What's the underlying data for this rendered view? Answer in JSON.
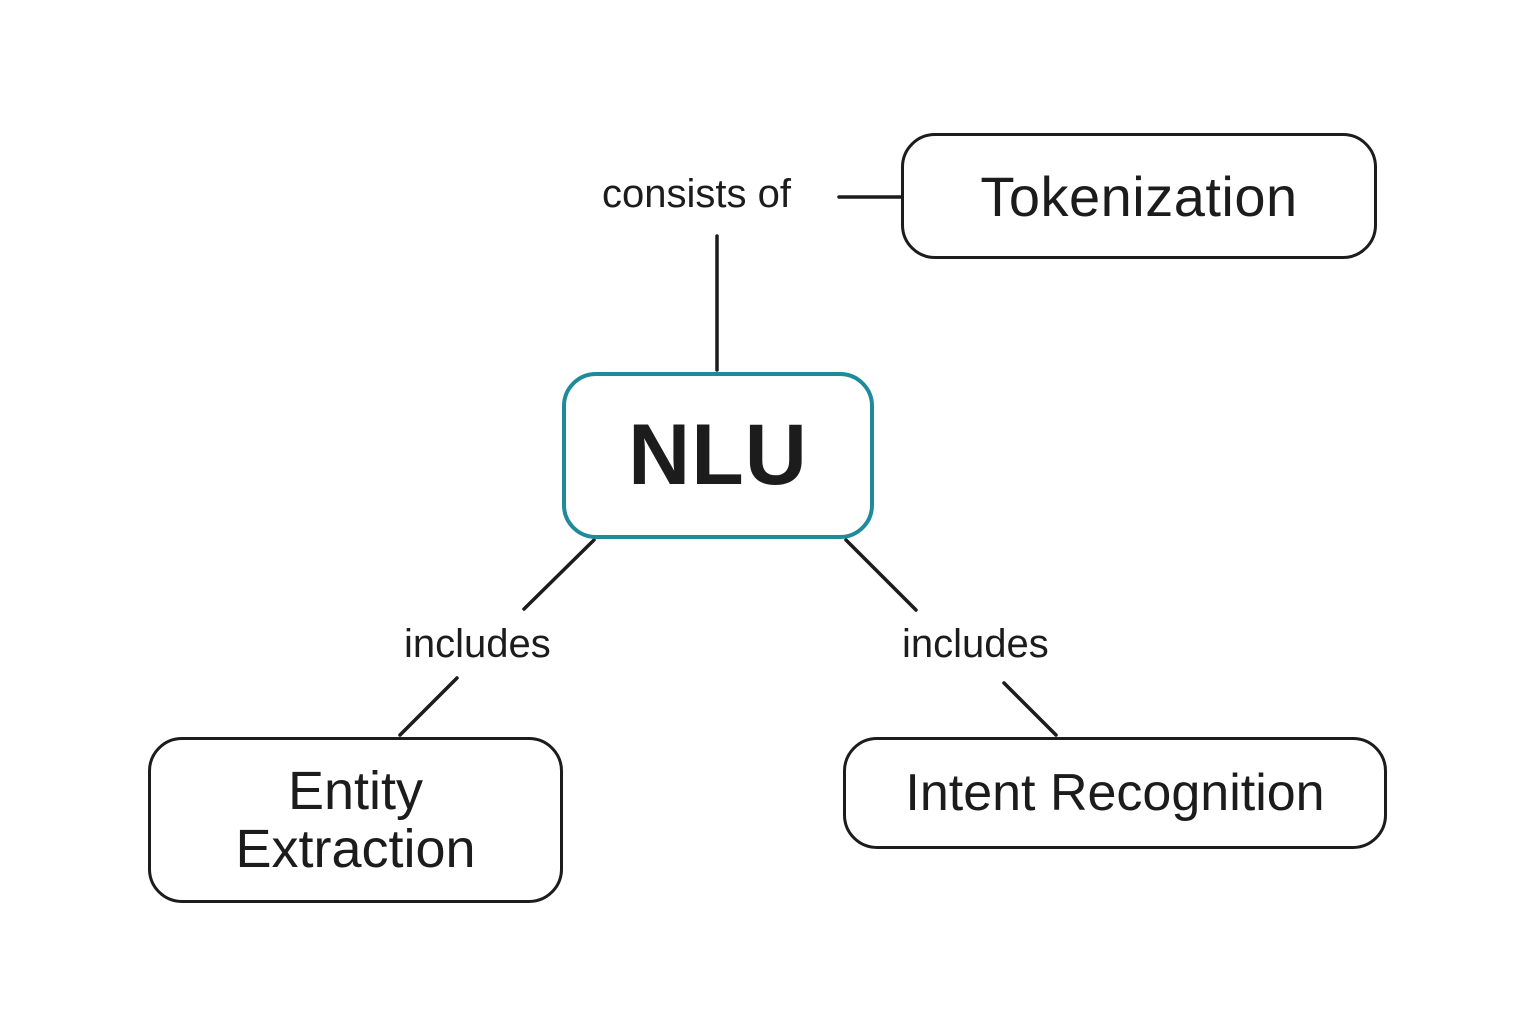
{
  "diagram": {
    "center_node": {
      "label": "NLU",
      "border_color": "#1f8a9a"
    },
    "nodes": [
      {
        "id": "tokenization",
        "label": "Tokenization"
      },
      {
        "id": "entity",
        "label_line1": "Entity",
        "label_line2": "Extraction"
      },
      {
        "id": "intent",
        "label": "Intent Recognition"
      }
    ],
    "edges": [
      {
        "from": "NLU",
        "to": "Tokenization",
        "label": "consists of"
      },
      {
        "from": "NLU",
        "to": "Entity Extraction",
        "label": "includes"
      },
      {
        "from": "NLU",
        "to": "Intent Recognition",
        "label": "includes"
      }
    ],
    "colors": {
      "line": "#1c1c1c",
      "text": "#1c1c1c",
      "background": "#ffffff"
    }
  }
}
